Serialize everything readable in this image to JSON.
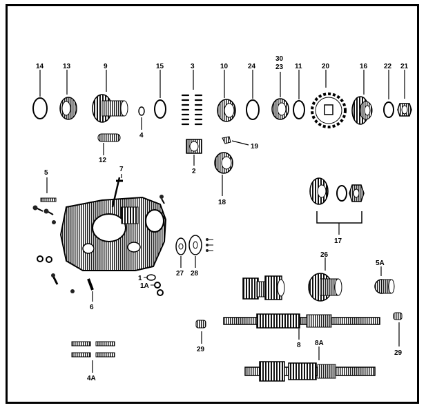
{
  "figure": {
    "colors": {
      "ink": "#000000",
      "paper": "#ffffff",
      "shade": "#555555"
    },
    "labels": {
      "l14": "14",
      "l13": "13",
      "l9": "9",
      "l15": "15",
      "l3": "3",
      "l10": "10",
      "l24": "24",
      "l30": "30",
      "l23": "23",
      "l11": "11",
      "l20": "20",
      "l16": "16",
      "l22": "22",
      "l21": "21",
      "l4": "4",
      "l12": "12",
      "l2": "2",
      "l19": "19",
      "l18": "18",
      "l5": "5",
      "l7": "7",
      "l17": "17",
      "l26": "26",
      "l5a": "5A",
      "l27": "27",
      "l28": "28",
      "l1": "1",
      "l1a": "1A",
      "l6": "6",
      "l8": "8",
      "l8a": "8A",
      "l29a": "29",
      "l29b": "29",
      "l4a": "4A"
    }
  }
}
